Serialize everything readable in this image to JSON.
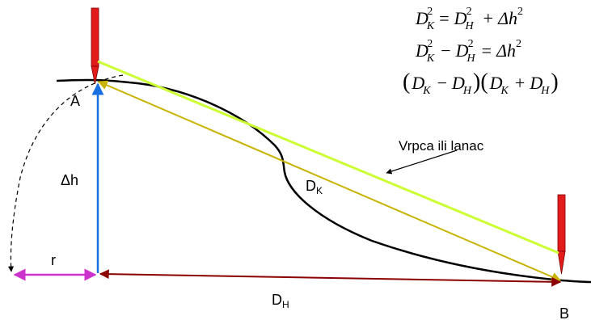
{
  "labels": {
    "point_a": "A",
    "point_b": "B",
    "delta_h": "Δh",
    "radius": "r",
    "d_k_main": "D",
    "d_k_sub": "K",
    "d_h_main": "D",
    "d_h_sub": "H",
    "rope": "Vrpca ili lanac"
  },
  "equations": {
    "eq1": {
      "dk": "D",
      "dk_sub": "K",
      "exp": "2",
      "eq": "=",
      "dh": "D",
      "dh_sub": "H",
      "plus": "+",
      "delta": "Δh"
    },
    "eq2": {
      "dk": "D",
      "dk_sub": "K",
      "exp": "2",
      "minus": "−",
      "dh": "D",
      "dh_sub": "H",
      "eq": "=",
      "delta": "Δh"
    },
    "eq3": {
      "lp1": "(",
      "dk1": "D",
      "dk1_sub": "K",
      "minus": "−",
      "dh1": "D",
      "dh1_sub": "H",
      "rp1": ")",
      "lp2": "(",
      "dk2": "D",
      "dk2_sub": "K",
      "plus": "+",
      "dh2": "D",
      "dh2_sub": "H",
      "rp2": ")"
    }
  },
  "colors": {
    "stake": "#e31b1b",
    "rope_line": "#ccff33",
    "chord_line": "#c8b400",
    "delta_h_arrow": "#1a6fe0",
    "r_arrow": "#cc33cc",
    "d_h_arrow": "#8b0000",
    "terrain": "#000000"
  }
}
